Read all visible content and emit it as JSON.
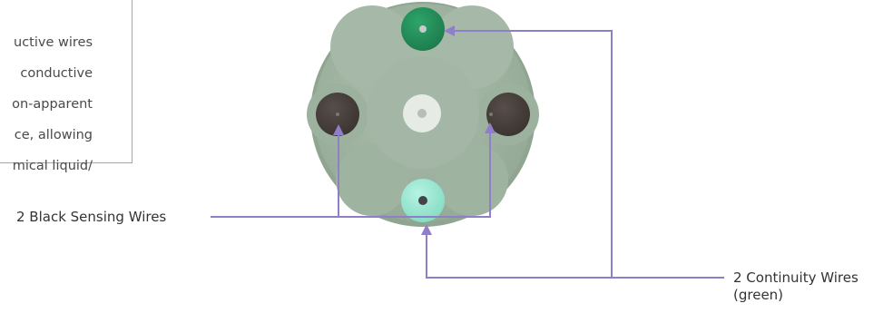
{
  "callout": {
    "text_lines": [
      "uctive  wires",
      "conductive",
      "on-apparent",
      "ce,  allowing",
      "mical liquid/"
    ],
    "border_color": "#8dc63f"
  },
  "labels": {
    "black_wires": "2 Black Sensing Wires",
    "continuity_wires": "2 Continuity Wires\n(green)"
  },
  "colors": {
    "cable_body": "#a2b5a4",
    "cable_shadow": "#7d9480",
    "black_wire": "#453d3a",
    "green_wire": "#24915b",
    "light_green_wire": "#9cecd6",
    "center_wire": "#e4e8e2",
    "leader_line": "#8e7fc6"
  },
  "icons": [
    "strand-core-icon"
  ]
}
